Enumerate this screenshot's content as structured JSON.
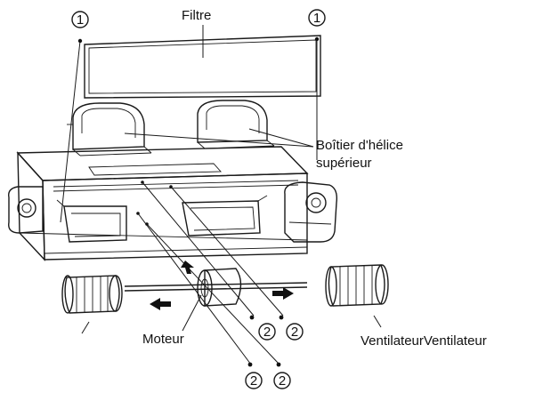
{
  "labels": {
    "filter": "Filtre",
    "housing_line1": "Boîtier d'hélice",
    "housing_line2": "supérieur",
    "motor": "Moteur",
    "fan": "VentilateurVentilateur"
  },
  "callouts": {
    "one": "1",
    "two": "2"
  }
}
